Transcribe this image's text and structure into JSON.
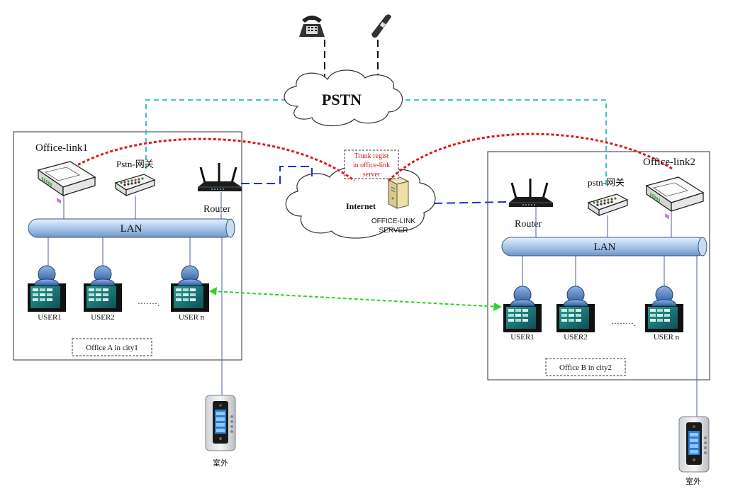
{
  "pstn": {
    "label": "PSTN"
  },
  "internet": {
    "label": "Internet",
    "server_label_line1": "OFFICE-LINK",
    "server_label_line2": "SERVER"
  },
  "trunk_note": {
    "line1": "Trunk regist",
    "line2": "in office-link",
    "line3": "server"
  },
  "office_a": {
    "device_label": "Office-link1",
    "gateway_label": "Pstn-网关",
    "router_label": "Router",
    "lan_label": "LAN",
    "users": [
      "USER1",
      "USER2",
      "USER n"
    ],
    "ellipsis": "·······.",
    "caption": "Office A in city1",
    "outdoor_label": "室外"
  },
  "office_b": {
    "device_label": "Office-link2",
    "gateway_label": "pstn-网关",
    "router_label": "Router",
    "lan_label": "LAN",
    "users": [
      "USER1",
      "USER2",
      "USER n"
    ],
    "ellipsis": "········.",
    "caption": "Office B in city2",
    "outdoor_label": "室外"
  },
  "colors": {
    "trunk_red": "#e0161c",
    "pstn_cyan": "#3cc3c8",
    "internet_blue": "#1f2bd6",
    "p2p_green": "#2fd12f",
    "lan_blue": "#a9c7ea"
  },
  "icons": [
    "phone-desk-icon",
    "phone-handset-icon",
    "cloud-icon",
    "server-icon",
    "router-icon",
    "ippbx-icon",
    "gateway-icon",
    "user-icon",
    "door-station-icon"
  ]
}
